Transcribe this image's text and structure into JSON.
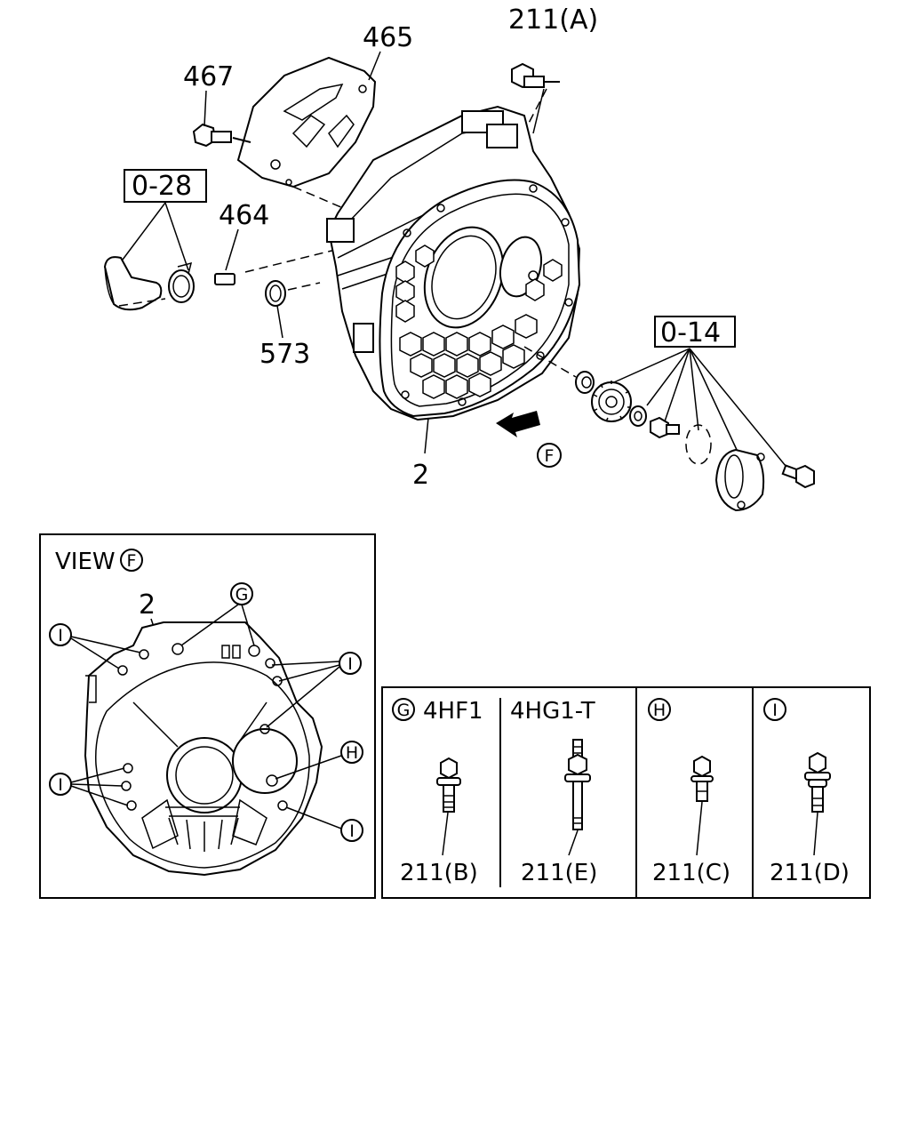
{
  "labels": {
    "p211a": "211(A)",
    "p465": "465",
    "p467": "467",
    "p028": "0-28",
    "p464": "464",
    "p573": "573",
    "p014": "0-14",
    "p2": "2",
    "f_marker": "F"
  },
  "view": {
    "title": "VIEW",
    "title_marker": "F",
    "part_num": "2",
    "g": "G",
    "h": "H",
    "i": "I"
  },
  "table": {
    "col1_marker": "G",
    "col1_model": "4HF1",
    "col2_model": "4HG1-T",
    "col3_marker": "H",
    "col4_marker": "I",
    "b": "211(B)",
    "e": "211(E)",
    "c": "211(C)",
    "d": "211(D)"
  }
}
